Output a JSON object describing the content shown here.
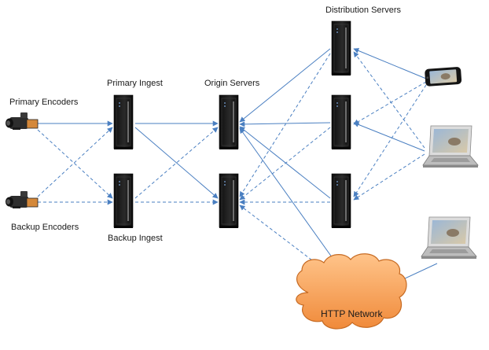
{
  "labels": {
    "primary_encoders": "Primary Encoders",
    "backup_encoders": "Backup Encoders",
    "primary_ingest": "Primary Ingest",
    "backup_ingest": "Backup Ingest",
    "origin_servers": "Origin Servers",
    "distribution_servers": "Distribution Servers",
    "http_network": "HTTP Network"
  },
  "colors": {
    "connector": "#4a7fc1",
    "server_body": "#1c1c1c",
    "server_highlight": "#5a5a5a",
    "cloud_fill": "#f5a15a",
    "cloud_stroke": "#c66a22"
  },
  "icons": [
    "video-camera-icon",
    "server-rack-icon",
    "smartphone-icon",
    "laptop-icon",
    "cloud-icon"
  ]
}
